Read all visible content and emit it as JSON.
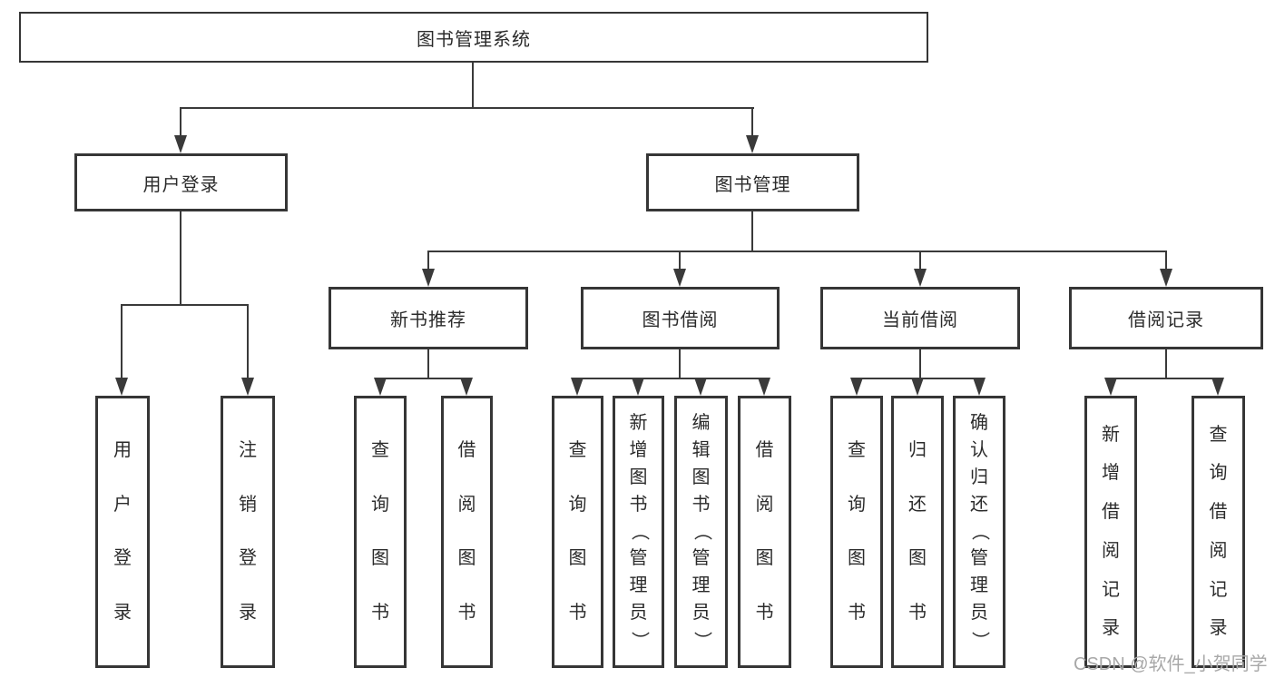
{
  "diagram": {
    "root": {
      "label": "图书管理系统"
    },
    "branches": {
      "user_login": {
        "label": "用户登录",
        "leaves": {
          "login": "用户登录",
          "logout": "注销登录"
        }
      },
      "book_mgmt": {
        "label": "图书管理",
        "sections": {
          "new_book": {
            "label": "新书推荐",
            "leaves": {
              "query": "查询图书",
              "borrow": "借阅图书"
            }
          },
          "borrow": {
            "label": "图书借阅",
            "leaves": {
              "query": "查询图书",
              "add": "新增图书（管理员）",
              "edit": "编辑图书（管理员）",
              "borrow": "借阅图书"
            }
          },
          "current": {
            "label": "当前借阅",
            "leaves": {
              "query": "查询图书",
              "return": "归还图书",
              "confirm": "确认归还（管理员）"
            }
          },
          "records": {
            "label": "借阅记录",
            "leaves": {
              "add": "新增借阅记录",
              "query": "查询借阅记录"
            }
          }
        }
      }
    }
  },
  "watermark": {
    "text": "CSDN @软件_小贺同学",
    "color": "#a8a8a8"
  },
  "colors": {
    "line": "#3a3a3a",
    "border": "#363636",
    "text": "#2b2b2b",
    "background": "#ffffff"
  }
}
